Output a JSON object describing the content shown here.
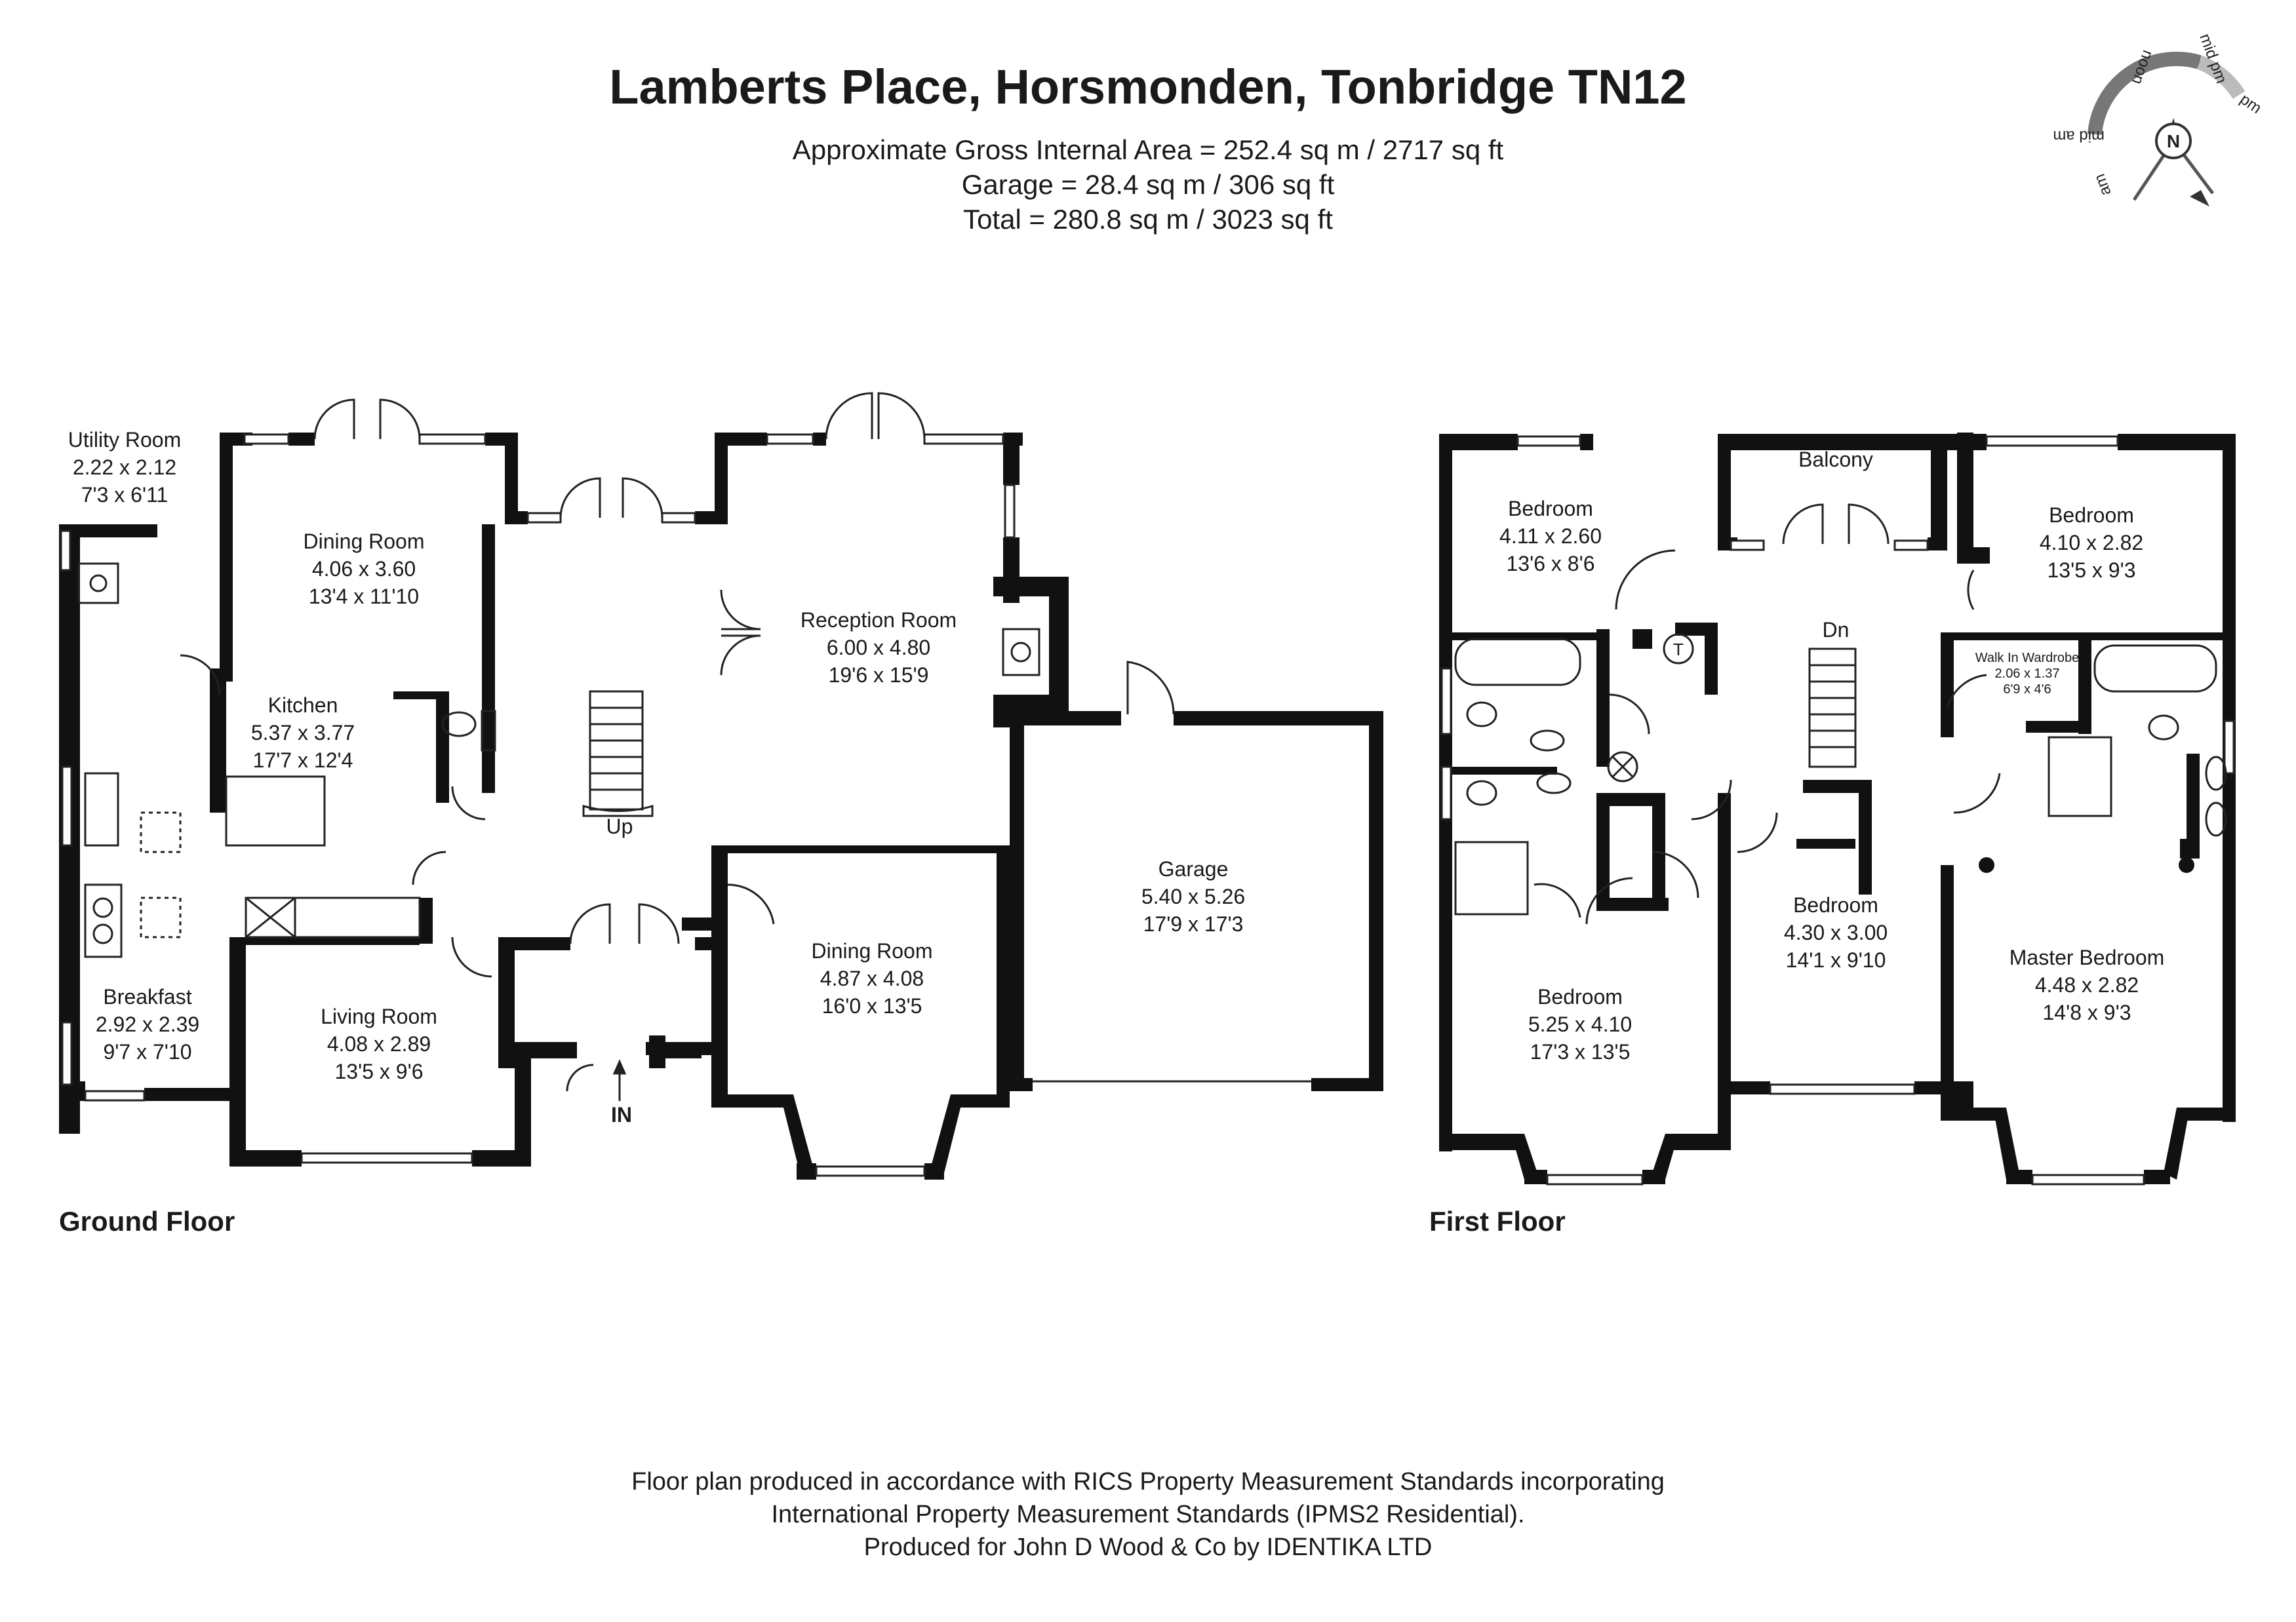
{
  "header": {
    "title": "Lamberts Place, Horsmonden, Tonbridge TN12",
    "area_lines": [
      "Approximate Gross Internal Area = 252.4 sq m / 2717 sq ft",
      "Garage = 28.4 sq m / 306 sq ft",
      "Total = 280.8 sq m / 3023 sq ft"
    ]
  },
  "compass": {
    "labels": [
      "mid pm",
      "noon",
      "pm",
      "mid am",
      "am",
      "N"
    ]
  },
  "ground_floor": {
    "label": "Ground Floor",
    "rooms": [
      {
        "name": "Utility Room",
        "metric": "2.22 x 2.12",
        "imperial": "7'3 x 6'11"
      },
      {
        "name": "Dining Room",
        "metric": "4.06 x 3.60",
        "imperial": "13'4 x 11'10"
      },
      {
        "name": "Kitchen",
        "metric": "5.37 x 3.77",
        "imperial": "17'7 x 12'4"
      },
      {
        "name": "Reception Room",
        "metric": "6.00 x 4.80",
        "imperial": "19'6 x 15'9"
      },
      {
        "name": "Garage",
        "metric": "5.40 x 5.26",
        "imperial": "17'9 x 17'3"
      },
      {
        "name": "Dining Room",
        "metric": "4.87 x 4.08",
        "imperial": "16'0 x 13'5"
      },
      {
        "name": "Living Room",
        "metric": "4.08 x 2.89",
        "imperial": "13'5 x 9'6"
      },
      {
        "name": "Breakfast",
        "metric": "2.92 x 2.39",
        "imperial": "9'7 x 7'10"
      }
    ],
    "stairs_label": "Up",
    "entrance_label": "IN"
  },
  "first_floor": {
    "label": "First Floor",
    "rooms": [
      {
        "name": "Bedroom",
        "metric": "4.11 x 2.60",
        "imperial": "13'6 x 8'6"
      },
      {
        "name": "Balcony"
      },
      {
        "name": "Bedroom",
        "metric": "4.10 x 2.82",
        "imperial": "13'5 x 9'3"
      },
      {
        "name": "Walk In Wardrobe",
        "metric": "2.06 x 1.37",
        "imperial": "6'9 x 4'6"
      },
      {
        "name": "Bedroom",
        "metric": "4.30 x 3.00",
        "imperial": "14'1 x 9'10"
      },
      {
        "name": "Master Bedroom",
        "metric": "4.48 x 2.82",
        "imperial": "14'8 x 9'3"
      },
      {
        "name": "Bedroom",
        "metric": "5.25 x 4.10",
        "imperial": "17'3 x 13'5"
      }
    ],
    "stairs_label": "Dn",
    "tank_label": "T"
  },
  "footer": {
    "lines": [
      "Floor plan produced in accordance with RICS Property Measurement Standards incorporating",
      "International Property Measurement Standards (IPMS2 Residential).",
      "Produced for John D Wood & Co by IDENTIKA LTD"
    ]
  },
  "colors": {
    "wall": "#111111",
    "line": "#222222",
    "background": "#ffffff"
  }
}
